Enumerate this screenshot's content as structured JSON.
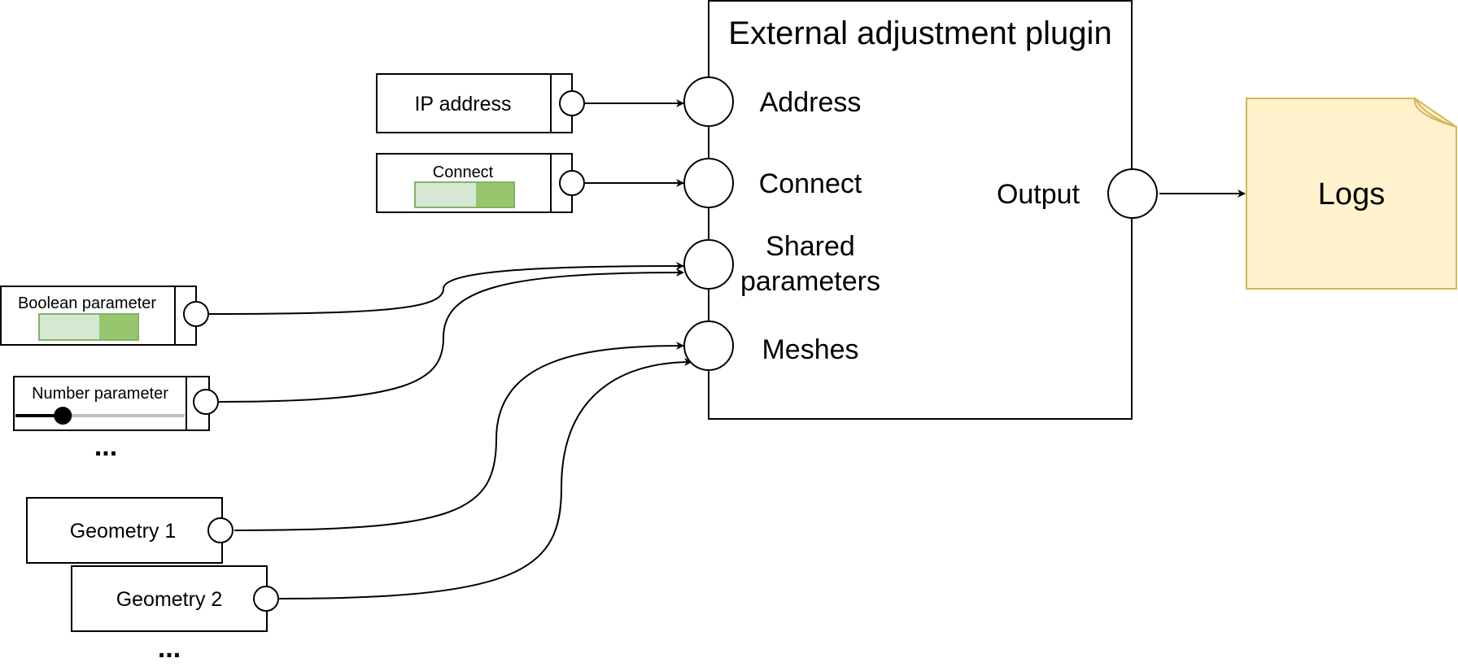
{
  "plugin": {
    "title": "External adjustment plugin",
    "inputs": {
      "address": "Address",
      "connect": "Connect",
      "shared_line1": "Shared",
      "shared_line2": "parameters",
      "meshes": "Meshes"
    },
    "output": "Output"
  },
  "nodes": {
    "ip_address": {
      "label": "IP address"
    },
    "connect_toggle": {
      "label": "Connect",
      "state": "on"
    },
    "boolean_param": {
      "label": "Boolean parameter",
      "state": "on"
    },
    "number_param": {
      "label": "Number parameter",
      "value_fraction": 0.28
    },
    "more_params": "...",
    "geometry_1": {
      "label": "Geometry 1"
    },
    "geometry_2": {
      "label": "Geometry 2"
    },
    "more_geometries": "..."
  },
  "logs": {
    "label": "Logs"
  },
  "colors": {
    "toggle_off": "#d5e8d4",
    "toggle_on": "#97c66f",
    "toggle_stroke": "#82b366",
    "note_fill": "#fff2cc",
    "note_stroke": "#d6b656",
    "slider_track": "#c0c0c0"
  }
}
